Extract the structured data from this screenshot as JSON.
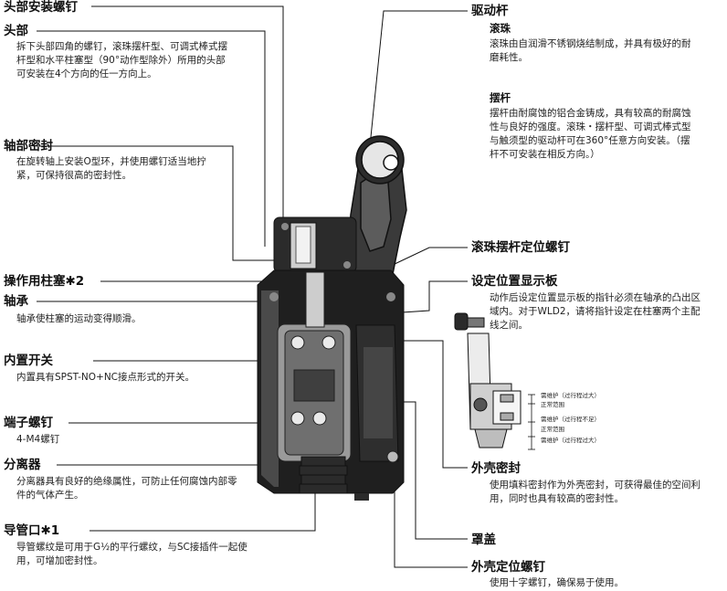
{
  "labels": {
    "head_screw": {
      "title": "头部安装螺钉"
    },
    "head": {
      "title": "头部",
      "desc": "拆下头部四角的螺钉，滚珠摆杆型、可调式棒式摆杆型和水平柱塞型（90°动作型除外）所用的头部可安装在4个方向的任一方向上。"
    },
    "shaft_seal": {
      "title": "轴部密封",
      "desc": "在旋转轴上安装O型环，并使用螺钉适当地拧紧，可保持很高的密封性。"
    },
    "plunger": {
      "title": "操作用柱塞✱2"
    },
    "bearing": {
      "title": "轴承",
      "desc": "轴承使柱塞的运动变得顺滑。"
    },
    "builtin_switch": {
      "title": "内置开关",
      "desc": "内置具有SPST-NO+NC接点形式的开关。"
    },
    "terminal_screw": {
      "title": "端子螺钉",
      "desc": "4-M4螺钉"
    },
    "separator": {
      "title": "分离器",
      "desc": "分离器具有良好的绝缘属性，可防止任何腐蚀内部零件的气体产生。"
    },
    "conduit": {
      "title": "导管口✱1",
      "desc": "导管螺纹是可用于G½的平行螺纹，与SC接插件一起使用，可增加密封性。"
    },
    "actuator": {
      "title": "驱动杆",
      "roller_title": "滚珠",
      "roller_desc": "滚珠由自润滑不锈钢烧结制成，并具有极好的耐磨耗性。",
      "lever_title": "摆杆",
      "lever_desc": "摆杆由耐腐蚀的铝合金铸成，具有较高的耐腐蚀性与良好的强度。滚珠・摆杆型、可调式棒式型与触须型的驱动杆可在360°任意方向安装。（摆杆不可安装在相反方向。）"
    },
    "lever_screw": {
      "title": "滚珠摆杆定位螺钉"
    },
    "indicator": {
      "title": "设定位置显示板",
      "desc": "动作后设定位置显示板的指针必须在轴承的凸出区域内。对于WLD2，请将指针设定在柱塞两个主配线之间。"
    },
    "housing_seal": {
      "title": "外壳密封",
      "desc": "使用填料密封作为外壳密封，可获得最佳的空间利用，同时也具有较高的密封性。"
    },
    "cover": {
      "title": "罩盖"
    },
    "housing_screw": {
      "title": "外壳定位螺钉",
      "desc": "使用十字螺钉，确保易于使用。"
    }
  },
  "gauge": {
    "maint_over": "需维护（过行程过大）",
    "normal_1": "正常范围",
    "maint_short": "需维护（过行程不足）",
    "normal_2": "正常范围",
    "maint_over_2": "需维护（过行程过大）"
  }
}
